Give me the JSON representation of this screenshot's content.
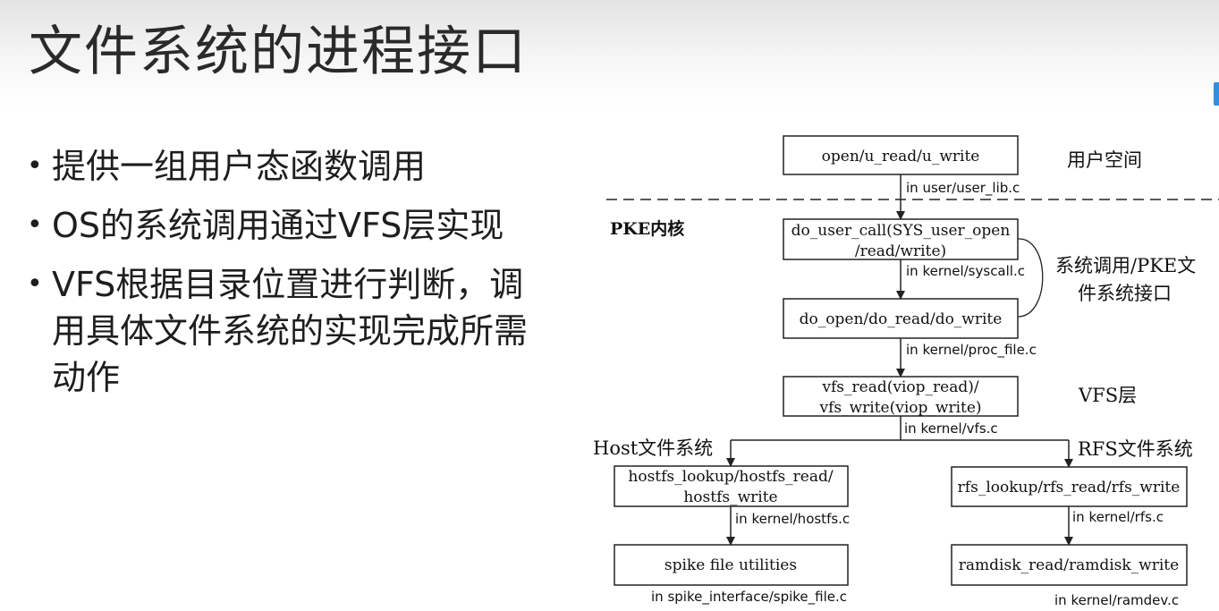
{
  "slide": {
    "title": "文件系统的进程接口",
    "bullets": [
      "提供一组用户态函数调用",
      "OS的系统调用通过VFS层实现",
      "VFS根据目录位置进行判断，调用具体文件系统的实现完成所需动作"
    ]
  },
  "diagram": {
    "boxes": {
      "user_api": [
        "open/u_read/u_write"
      ],
      "do_user_call": [
        "do_user_call(SYS_user_open",
        "/read/write)"
      ],
      "do_open": [
        "do_open/do_read/do_write"
      ],
      "vfs": [
        "vfs_read(viop_read)/",
        "vfs_write(viop_write)"
      ],
      "hostfs": [
        "hostfs_lookup/hostfs_read/",
        "hostfs_write"
      ],
      "spike": [
        "spike file utilities"
      ],
      "rfs": [
        "rfs_lookup/rfs_read/rfs_write"
      ],
      "ramdisk": [
        "ramdisk_read/ramdisk_write"
      ]
    },
    "locations": {
      "user_lib": "in user/user_lib.c",
      "syscall": "in kernel/syscall.c",
      "proc_file": "in kernel/proc_file.c",
      "vfs": "in kernel/vfs.c",
      "hostfs": "in kernel/hostfs.c",
      "spike_file": "in spike_interface/spike_file.c",
      "rfs": "in kernel/rfs.c",
      "ramdev": "in kernel/ramdev.c"
    },
    "labels": {
      "user_space": "用户空间",
      "pke_kernel": "PKE内核",
      "syscall_interface": [
        "系统调用/PKE文",
        "件系统接口"
      ],
      "vfs_layer": "VFS层",
      "host_fs": "Host文件系统",
      "rfs_fs": "RFS文件系统"
    }
  }
}
